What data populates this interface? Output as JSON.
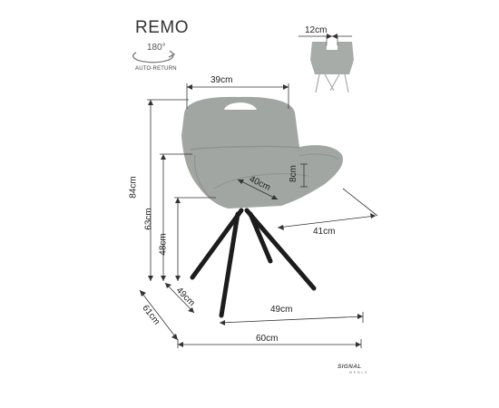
{
  "product": {
    "name": "REMO",
    "rotation_label": "180°",
    "rotation_caption": "AUTO-RETURN"
  },
  "dimensions": {
    "handle_width": "12cm",
    "back_width": "39cm",
    "total_height": "84cm",
    "armrest_height": "63cm",
    "seat_height": "48cm",
    "seat_depth": "40cm",
    "cushion_height": "8cm",
    "seat_width": "41cm",
    "base_depth": "49cm",
    "base_width": "49cm",
    "total_depth": "61cm",
    "total_width": "60cm"
  },
  "brand": {
    "logo_text": "SIGNAL",
    "logo_sub": "M E B L E"
  },
  "colors": {
    "upholstery": "#a2a6a2",
    "upholstery_dark": "#8e928e",
    "legs": "#1c1c1c",
    "lines": "#333333"
  }
}
